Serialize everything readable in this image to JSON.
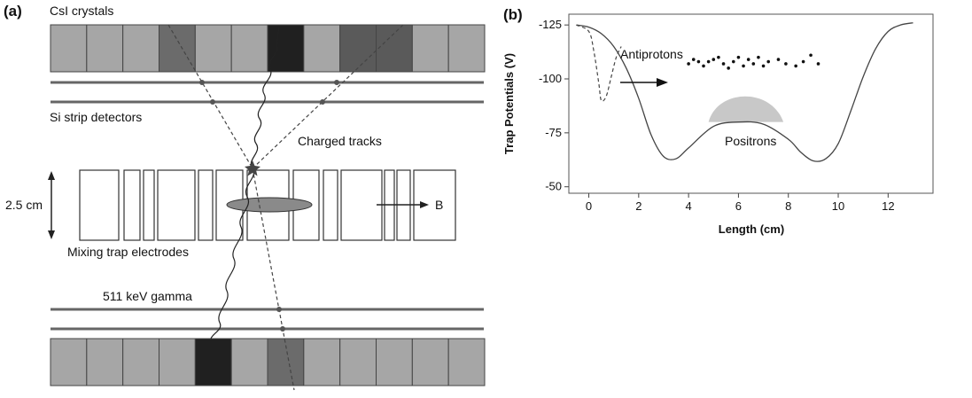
{
  "panel_a": {
    "panel_label": "(a)",
    "labels": {
      "csi_crystals": "CsI crystals",
      "si_strip_detectors": "Si strip detectors",
      "charged_tracks": "Charged tracks",
      "dimension": "2.5 cm",
      "b_field": "B",
      "mixing_trap": "Mixing trap electrodes",
      "gamma": "511 keV gamma"
    },
    "top_crystal_shades": [
      "#a6a6a6",
      "#a6a6a6",
      "#a6a6a6",
      "#6b6b6b",
      "#a6a6a6",
      "#a6a6a6",
      "#202020",
      "#a6a6a6",
      "#5a5a5a",
      "#5a5a5a",
      "#a6a6a6",
      "#a6a6a6"
    ],
    "bottom_crystal_shades": [
      "#a6a6a6",
      "#a6a6a6",
      "#a6a6a6",
      "#a6a6a6",
      "#202020",
      "#a6a6a6",
      "#6b6b6b",
      "#a6a6a6",
      "#a6a6a6",
      "#a6a6a6",
      "#a6a6a6",
      "#a6a6a6"
    ]
  },
  "panel_b": {
    "panel_label": "(b)",
    "annotations": {
      "antiprotons": "Antiprotons",
      "positrons": "Positrons"
    },
    "chart_data": {
      "type": "line",
      "xlabel": "Length (cm)",
      "ylabel": "Trap Potentials (V)",
      "xlim": [
        -0.8,
        13.8
      ],
      "ylim": [
        -130,
        -47
      ],
      "xticks": [
        0,
        2,
        4,
        6,
        8,
        10,
        12
      ],
      "yticks": [
        -125,
        -100,
        -75,
        -50
      ],
      "series": [
        {
          "style": "solid",
          "x": [
            -0.5,
            0.0,
            0.5,
            1.0,
            1.5,
            2.0,
            2.5,
            3.0,
            3.5,
            4.0,
            5.0,
            6.0,
            7.0,
            8.0,
            8.5,
            9.0,
            9.5,
            10.0,
            10.5,
            11.0,
            11.5,
            12.0,
            12.5,
            13.0
          ],
          "y": [
            -125,
            -124,
            -121,
            -115,
            -105,
            -91,
            -74,
            -64,
            -63,
            -68,
            -78,
            -80,
            -79,
            -72,
            -66,
            -62,
            -63,
            -70,
            -85,
            -101,
            -114,
            -122,
            -125,
            -126
          ]
        },
        {
          "style": "dashed",
          "x": [
            -0.5,
            0.0,
            0.2,
            0.4,
            0.5,
            0.7,
            0.9,
            1.1,
            1.3
          ],
          "y": [
            -125,
            -122,
            -113,
            -98,
            -90,
            -92,
            -101,
            -110,
            -115
          ]
        }
      ],
      "positron_cloud": {
        "x_start": 4.8,
        "x_end": 7.8,
        "peak": -93,
        "base": -80
      },
      "antiproton_dots": [
        {
          "x": 4.0,
          "y": -107
        },
        {
          "x": 4.2,
          "y": -109
        },
        {
          "x": 4.4,
          "y": -108
        },
        {
          "x": 4.6,
          "y": -106
        },
        {
          "x": 4.8,
          "y": -108
        },
        {
          "x": 5.0,
          "y": -109
        },
        {
          "x": 5.2,
          "y": -110
        },
        {
          "x": 5.4,
          "y": -107
        },
        {
          "x": 5.6,
          "y": -105
        },
        {
          "x": 5.8,
          "y": -108
        },
        {
          "x": 6.0,
          "y": -110
        },
        {
          "x": 6.2,
          "y": -106
        },
        {
          "x": 6.4,
          "y": -109
        },
        {
          "x": 6.6,
          "y": -107
        },
        {
          "x": 6.8,
          "y": -110
        },
        {
          "x": 7.0,
          "y": -106
        },
        {
          "x": 7.2,
          "y": -108
        },
        {
          "x": 7.6,
          "y": -109
        },
        {
          "x": 7.9,
          "y": -107
        },
        {
          "x": 8.3,
          "y": -106
        },
        {
          "x": 8.6,
          "y": -108
        },
        {
          "x": 8.9,
          "y": -111
        },
        {
          "x": 9.2,
          "y": -107
        }
      ]
    }
  }
}
